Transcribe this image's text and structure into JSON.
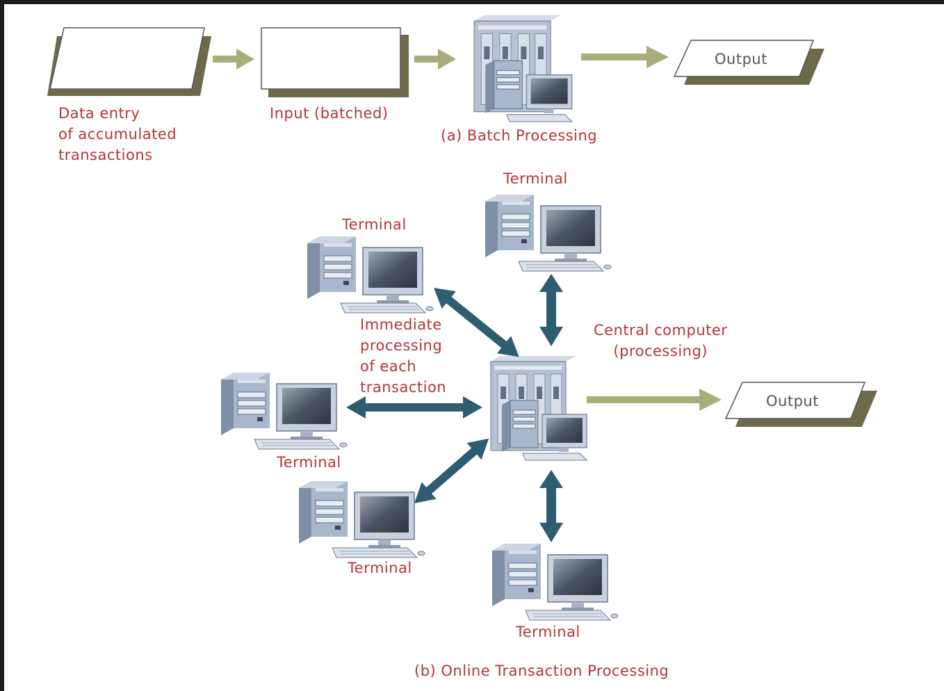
{
  "batch": {
    "data_entry_label": "Data entry\nof accumulated\ntransactions",
    "input_label": "Input (batched)",
    "output_label": "Output",
    "caption": "(a) Batch Processing"
  },
  "online": {
    "terminal_label": "Terminal",
    "immediate_label": "Immediate\nprocessing\nof each\ntransaction",
    "central_label": "Central computer\n(processing)",
    "output_label": "Output",
    "caption": "(b) Online Transaction Processing"
  },
  "colors": {
    "label_red": "#b3343a",
    "arrow_olive": "#a8ad7a",
    "arrow_teal": "#2e5c70",
    "box_shadow_olive": "#6d6a4a"
  },
  "icons": {
    "mainframe": "mainframe-server-icon",
    "terminal": "desktop-terminal-icon"
  }
}
